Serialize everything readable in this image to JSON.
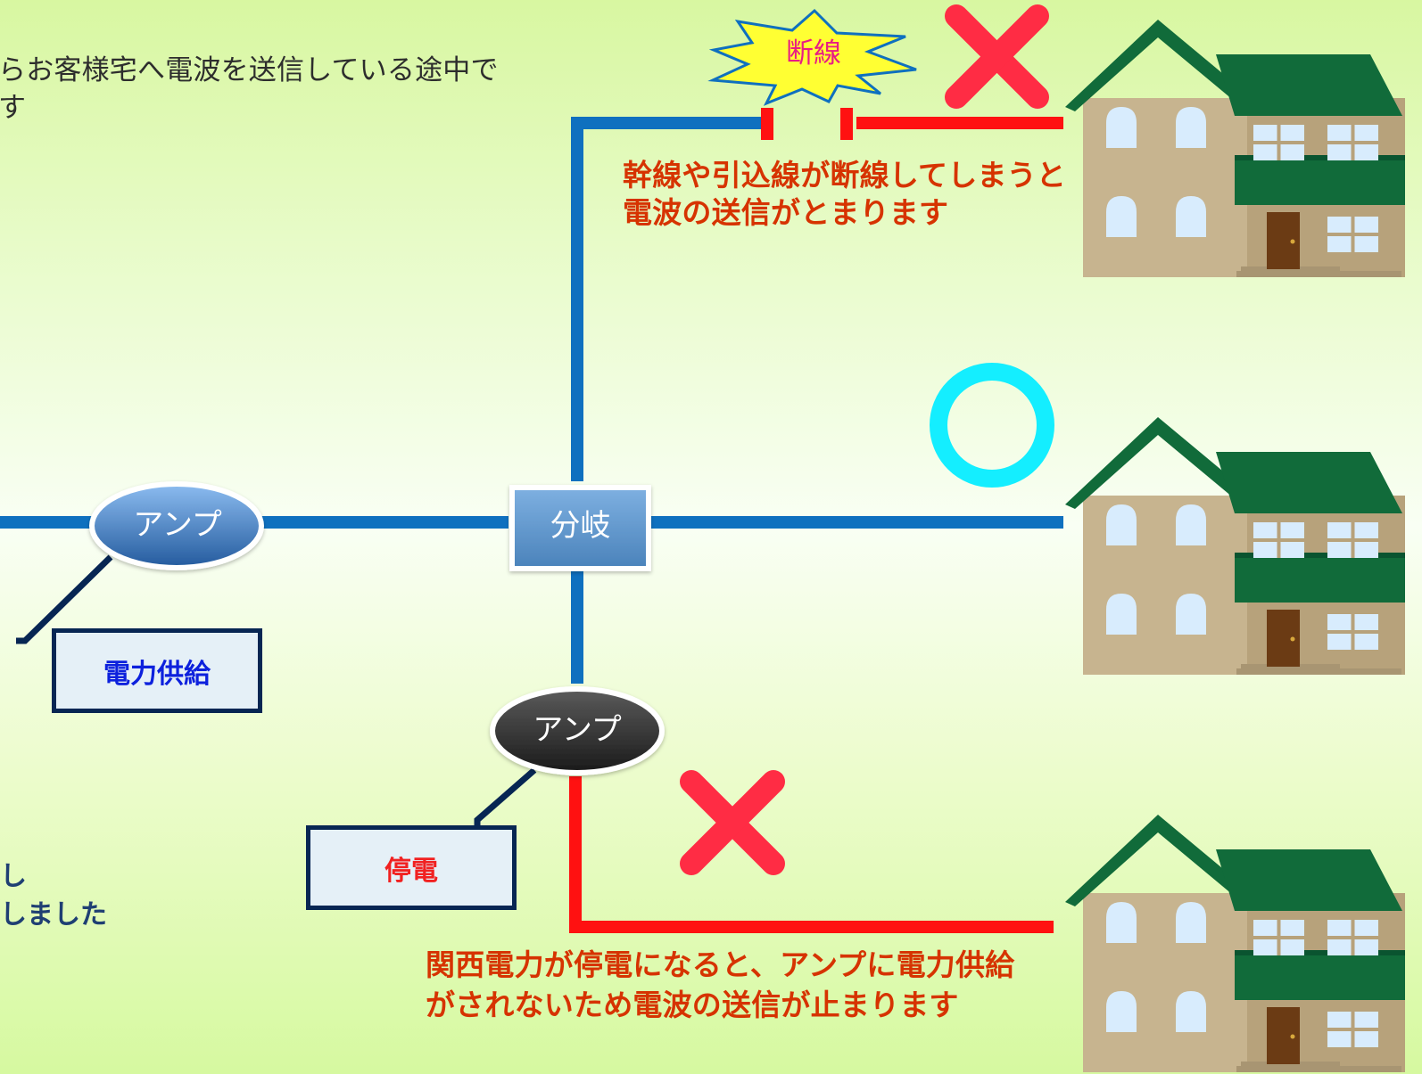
{
  "intro": {
    "line1": "らお客様宅へ電波を送信している途中で",
    "line2": "す"
  },
  "side_note": {
    "line1": "し",
    "line2": "しました"
  },
  "labels": {
    "burst": "断線",
    "branch": "分岐",
    "amp_left": "アンプ",
    "amp_bottom": "アンプ",
    "power_supply": "電力供給",
    "outage": "停電"
  },
  "messages": {
    "break_line1": "幹線や引込線が断線してしまうと",
    "break_line2": "電波の送信がとまります",
    "outage_line1": "関西電力が停電になると、アンプに電力供給",
    "outage_line2": "がされないため電波の送信が止まります"
  },
  "colors": {
    "blue_line": "#0f70bf",
    "red_line": "#ff1111",
    "cross_red": "#ff2c44",
    "circle_cyan": "#14eeff",
    "house_wall": "#c7b48f",
    "house_roof": "#116b3a",
    "window_blue": "#d8ecfd",
    "door_brown": "#6b3b14"
  }
}
